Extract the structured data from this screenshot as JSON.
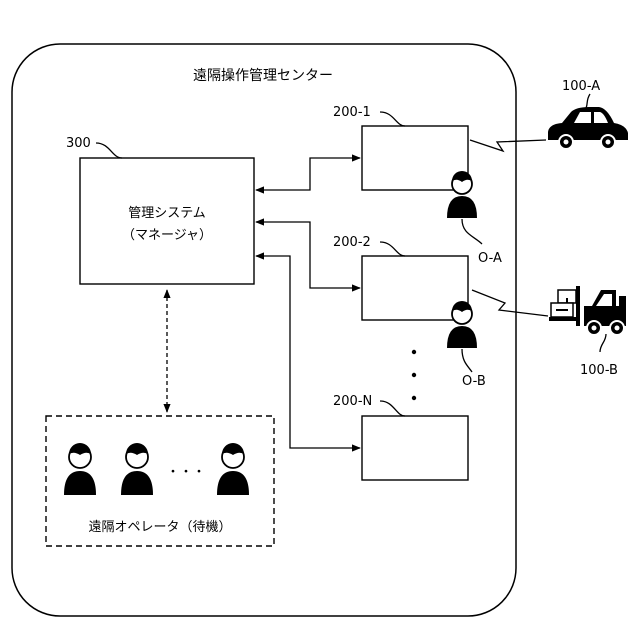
{
  "center": {
    "title": "遠隔操作管理センター"
  },
  "management": {
    "ref": "300",
    "name": "管理システム",
    "subtitle": "（マネージャ）"
  },
  "terminals": [
    {
      "ref": "200-1"
    },
    {
      "ref": "200-2"
    },
    {
      "ref": "200-N"
    }
  ],
  "operators": [
    {
      "ref": "O-A"
    },
    {
      "ref": "O-B"
    }
  ],
  "vehicles": [
    {
      "ref": "100-A",
      "kind": "car-icon"
    },
    {
      "ref": "100-B",
      "kind": "forklift-icon"
    }
  ],
  "standby": {
    "label": "遠隔オペレータ（待機）",
    "ellipsis": "・・・"
  }
}
